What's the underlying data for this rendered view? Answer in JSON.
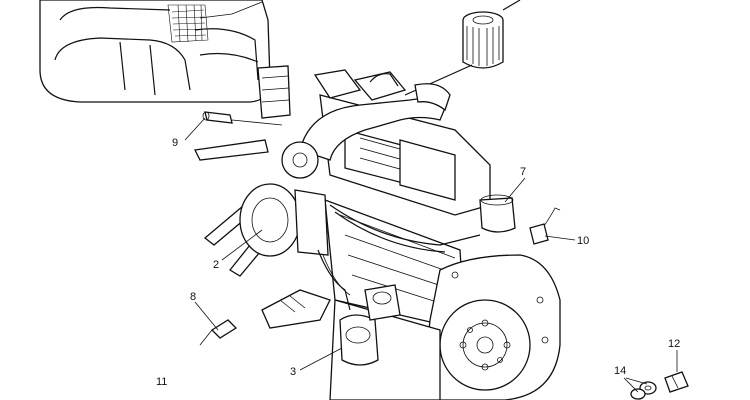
{
  "diagram": {
    "callouts": [
      {
        "id": "2",
        "label": "2"
      },
      {
        "id": "3",
        "label": "3"
      },
      {
        "id": "7",
        "label": "7"
      },
      {
        "id": "8",
        "label": "8"
      },
      {
        "id": "9",
        "label": "9"
      },
      {
        "id": "10",
        "label": "10"
      },
      {
        "id": "11",
        "label": "11"
      },
      {
        "id": "12",
        "label": "12"
      },
      {
        "id": "14",
        "label": "14"
      }
    ]
  }
}
